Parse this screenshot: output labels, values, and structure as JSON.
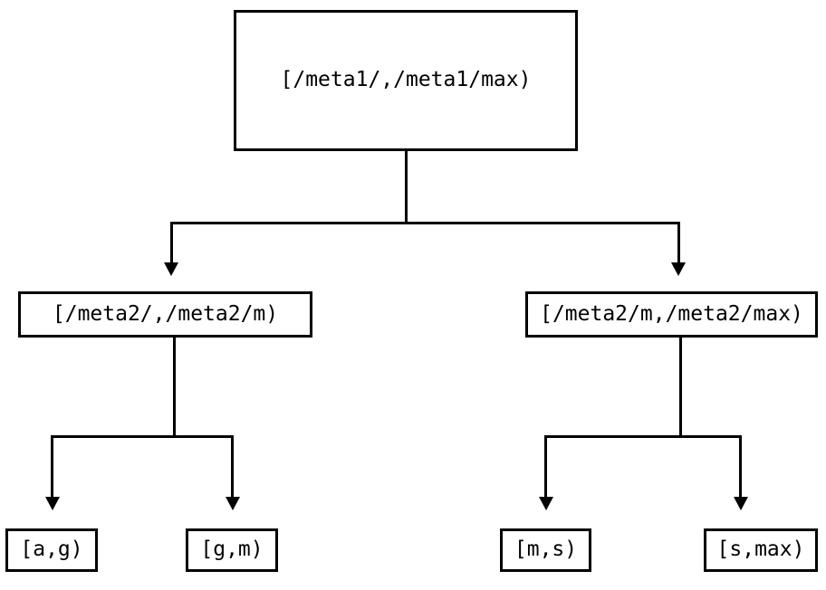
{
  "diagram": {
    "type": "tree",
    "title": "",
    "orientation": "top-down",
    "style": {
      "background_color": "#ffffff",
      "line_color": "#000000",
      "box_border_color": "#000000",
      "box_fill_color": "#ffffff",
      "text_color": "#000000"
    },
    "nodes": {
      "root": {
        "label": "[/meta1/,/meta1/max)"
      },
      "meta2_low": {
        "label": "[/meta2/,/meta2/m)"
      },
      "meta2_high": {
        "label": "[/meta2/m,/meta2/max)"
      },
      "leaf_ag": {
        "label": "[a,g)"
      },
      "leaf_gm": {
        "label": "[g,m)"
      },
      "leaf_ms": {
        "label": "[m,s)"
      },
      "leaf_smax": {
        "label": "[s,max)"
      }
    },
    "edges": [
      {
        "from": "root",
        "to": "meta2_low",
        "arrow": "down-triangle"
      },
      {
        "from": "root",
        "to": "meta2_high",
        "arrow": "down-triangle"
      },
      {
        "from": "meta2_low",
        "to": "leaf_ag",
        "arrow": "down-triangle"
      },
      {
        "from": "meta2_low",
        "to": "leaf_gm",
        "arrow": "down-triangle"
      },
      {
        "from": "meta2_high",
        "to": "leaf_ms",
        "arrow": "down-triangle"
      },
      {
        "from": "meta2_high",
        "to": "leaf_smax",
        "arrow": "down-triangle"
      }
    ]
  }
}
